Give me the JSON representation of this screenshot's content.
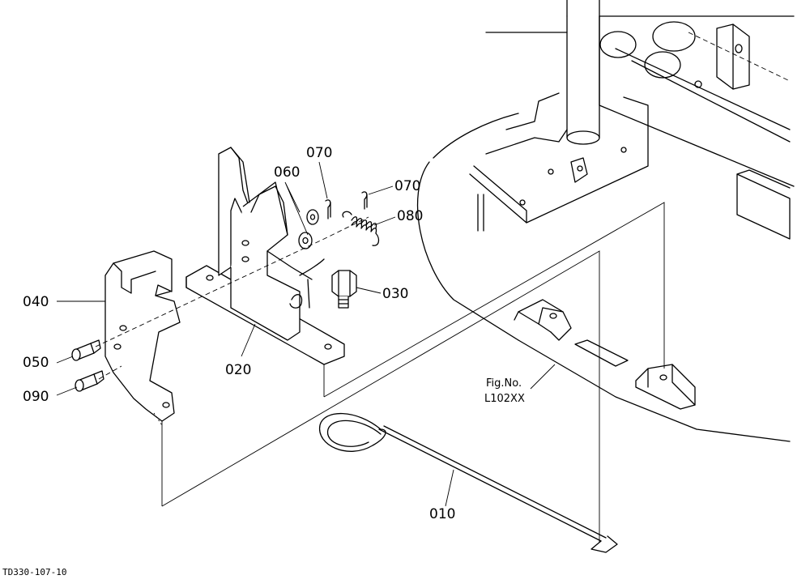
{
  "callouts": {
    "p010": "010",
    "p020": "020",
    "p030": "030",
    "p040": "040",
    "p050": "050",
    "p060": "060",
    "p070a": "070",
    "p070b": "070",
    "p080": "080",
    "p090": "090"
  },
  "figure_reference": {
    "line1": "Fig.No.",
    "line2": "L102XX"
  },
  "drawing_code": "TD330-107-10"
}
